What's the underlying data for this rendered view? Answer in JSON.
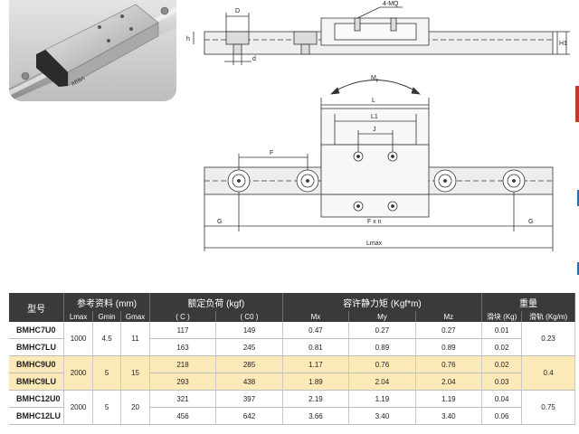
{
  "drawing": {
    "labels": {
      "D": "D",
      "four_mq": "4-MQ",
      "h": "h",
      "d": "d",
      "H1": "H1",
      "moment": "M",
      "moment_sub": "r",
      "L": "L",
      "L1": "L1",
      "J": "J",
      "F": "F",
      "G_left": "G",
      "G_right": "G",
      "F_x_n": "F x n",
      "Lmax": "Lmax"
    },
    "photo_brand": "ABBA"
  },
  "table": {
    "header": {
      "model": "型号",
      "ref_group": "参考资料 (mm)",
      "load_group": "额定负荷 (kgf)",
      "static_group": "容许静力矩 (Kgf*m)",
      "weight_group": "重量",
      "lmax": "Lmax",
      "gmin": "Gmin",
      "gmax": "Gmax",
      "c": "( C )",
      "c0": "( C0 )",
      "mx": "Mx",
      "my": "My",
      "mz": "Mz",
      "block_wt": "滑块 (Kg)",
      "rail_wt": "滑轨 (Kg/m)"
    },
    "rows": [
      {
        "models": [
          "BMHC7U0",
          "BMHC7LU"
        ],
        "lmax": "1000",
        "gmin": "4.5",
        "gmax": "11",
        "c": [
          "117",
          "163"
        ],
        "c0": [
          "149",
          "245"
        ],
        "mx": [
          "0.47",
          "0.81"
        ],
        "my": [
          "0.27",
          "0.89"
        ],
        "mz": [
          "0.27",
          "0.89"
        ],
        "block": [
          "0.01",
          "0.02"
        ],
        "rail": "0.23",
        "highlight": false
      },
      {
        "models": [
          "BMHC9U0",
          "BMHC9LU"
        ],
        "lmax": "2000",
        "gmin": "5",
        "gmax": "15",
        "c": [
          "218",
          "293"
        ],
        "c0": [
          "285",
          "438"
        ],
        "mx": [
          "1.17",
          "1.89"
        ],
        "my": [
          "0.76",
          "2.04"
        ],
        "mz": [
          "0.76",
          "2.04"
        ],
        "block": [
          "0.02",
          "0.03"
        ],
        "rail": "0.4",
        "highlight": true
      },
      {
        "models": [
          "BMHC12U0",
          "BMHC12LU"
        ],
        "lmax": "2000",
        "gmin": "5",
        "gmax": "20",
        "c": [
          "321",
          "456"
        ],
        "c0": [
          "397",
          "642"
        ],
        "mx": [
          "2.19",
          "3.66"
        ],
        "my": [
          "1.19",
          "3.40"
        ],
        "mz": [
          "1.19",
          "3.40"
        ],
        "block": [
          "0.04",
          "0.06"
        ],
        "rail": "0.75",
        "highlight": false
      }
    ]
  },
  "colors": {
    "header_bg": "#3a3a3a",
    "highlight_row": "#fbe9b7",
    "edge_red": "#c0392b"
  }
}
